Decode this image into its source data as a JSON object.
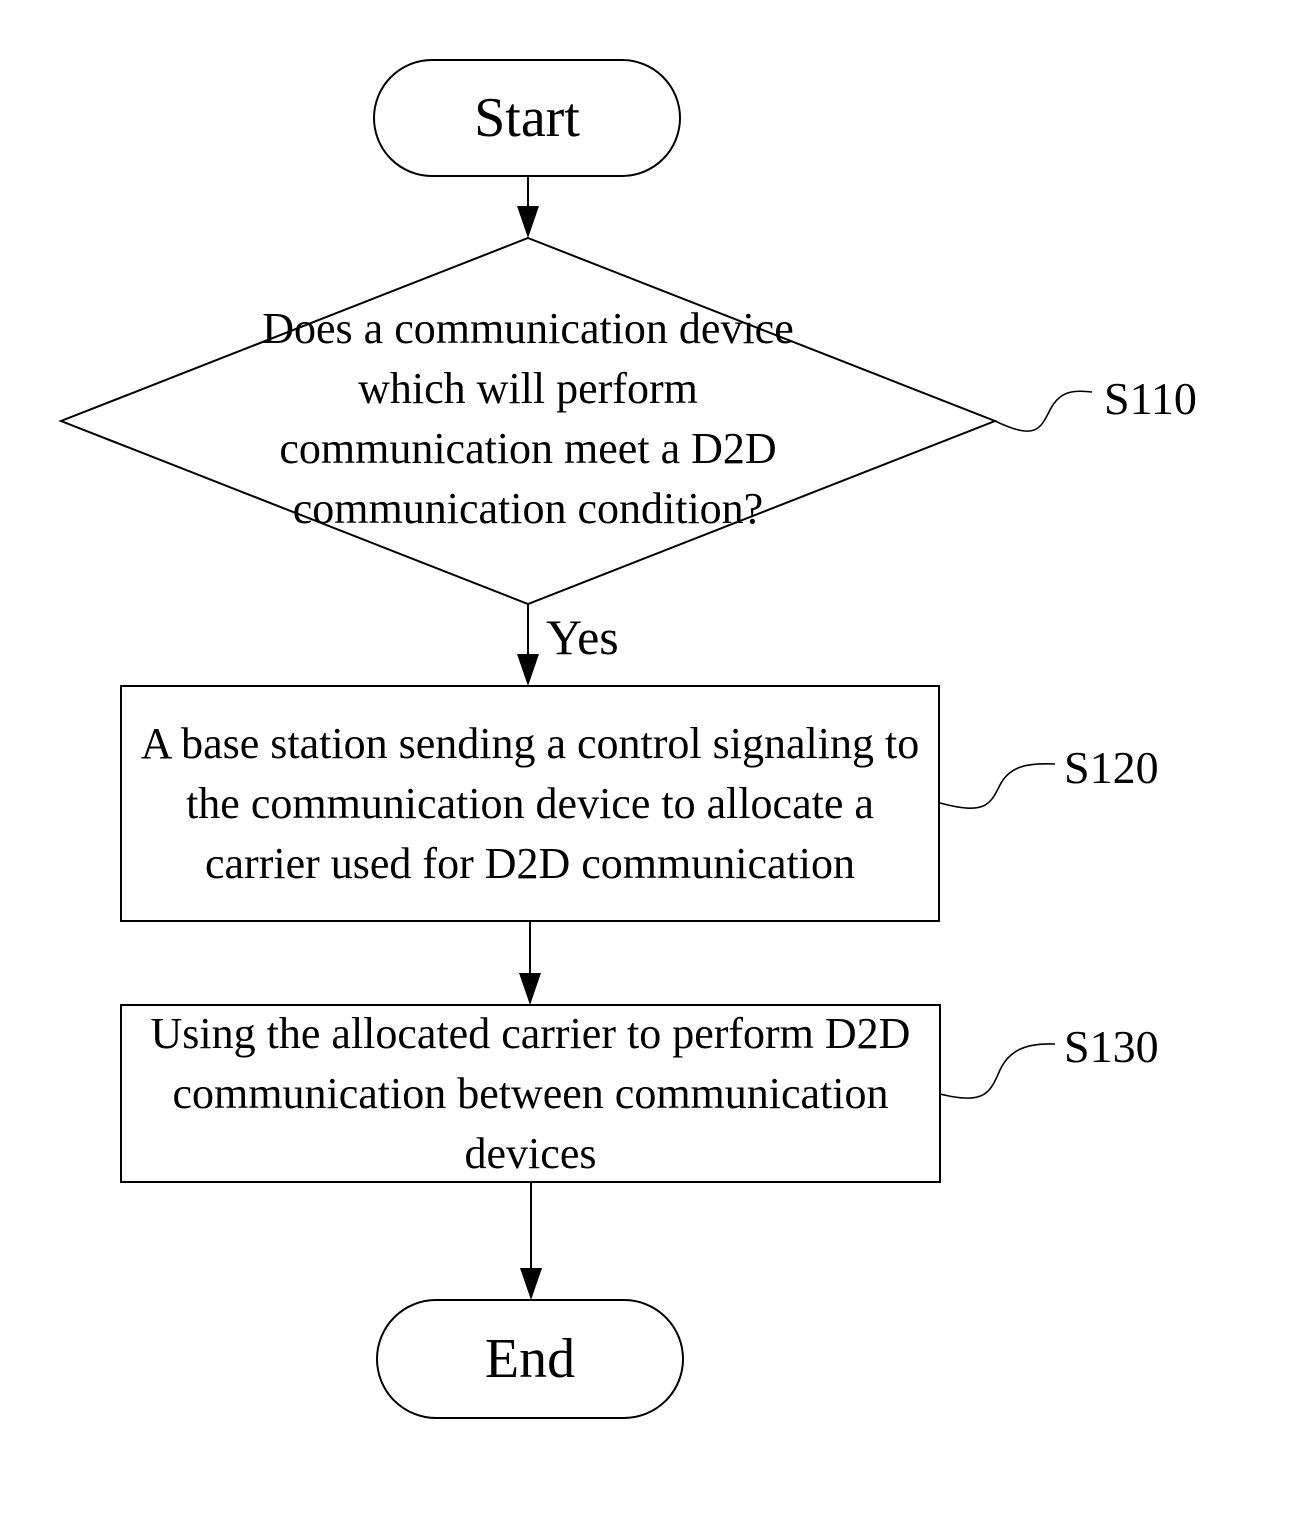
{
  "nodes": {
    "start": {
      "label": "Start"
    },
    "decision": {
      "label": "Does a communication device which will perform communication meet a D2D communication condition?"
    },
    "process1": {
      "label": "A base station sending a control signaling to the communication device to allocate a carrier used for D2D communication"
    },
    "process2": {
      "label": "Using the allocated carrier to perform D2D communication between communication devices"
    },
    "end": {
      "label": "End"
    }
  },
  "edges": {
    "decision_yes": {
      "label": "Yes"
    }
  },
  "step_labels": {
    "s110": "S110",
    "s120": "S120",
    "s130": "S130"
  }
}
